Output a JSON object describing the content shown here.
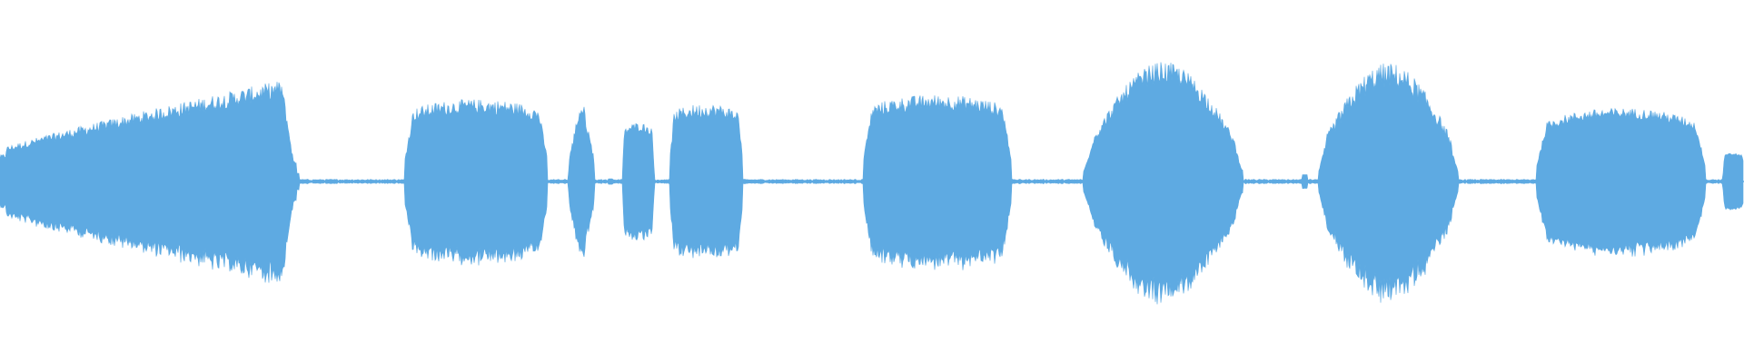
{
  "waveform": {
    "color": "#5eaae2",
    "background": "#ffffff",
    "silence_amplitude": 0.012,
    "segments": [
      {
        "start": 0.0,
        "end": 0.17,
        "shape": "rise",
        "peak": 0.7,
        "base": 0.22,
        "jitter": 0.1
      },
      {
        "start": 0.232,
        "end": 0.314,
        "shape": "plateau",
        "peak": 0.55,
        "base": 0.4,
        "jitter": 0.1
      },
      {
        "start": 0.326,
        "end": 0.341,
        "shape": "spike",
        "peak": 0.52,
        "base": 0.2,
        "jitter": 0.12
      },
      {
        "start": 0.357,
        "end": 0.375,
        "shape": "plateau",
        "peak": 0.4,
        "base": 0.3,
        "jitter": 0.08
      },
      {
        "start": 0.384,
        "end": 0.426,
        "shape": "plateau",
        "peak": 0.52,
        "base": 0.4,
        "jitter": 0.1
      },
      {
        "start": 0.495,
        "end": 0.58,
        "shape": "plateau",
        "peak": 0.58,
        "base": 0.42,
        "jitter": 0.1
      },
      {
        "start": 0.621,
        "end": 0.713,
        "shape": "peak",
        "peak": 0.8,
        "base": 0.18,
        "jitter": 0.1
      },
      {
        "start": 0.756,
        "end": 0.836,
        "shape": "peak",
        "peak": 0.78,
        "base": 0.2,
        "jitter": 0.12
      },
      {
        "start": 0.881,
        "end": 0.978,
        "shape": "plateau",
        "peak": 0.5,
        "base": 0.28,
        "jitter": 0.08
      },
      {
        "start": 0.988,
        "end": 1.0,
        "shape": "plateau",
        "peak": 0.2,
        "base": 0.16,
        "jitter": 0.05
      }
    ],
    "blips": [
      {
        "at": 0.17,
        "amp": 0.06
      },
      {
        "at": 0.35,
        "amp": 0.02
      },
      {
        "at": 0.748,
        "amp": 0.05
      }
    ]
  }
}
